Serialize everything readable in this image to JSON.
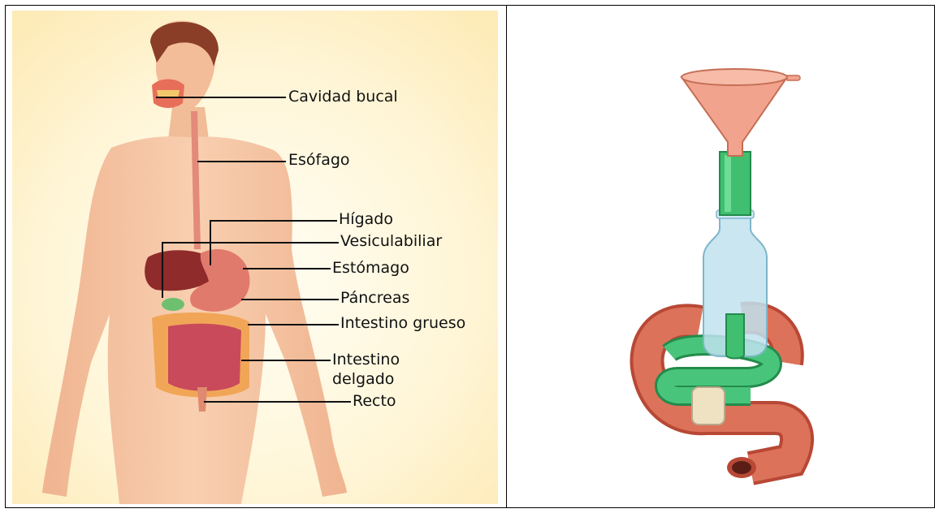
{
  "digestive_diagram": {
    "labels": {
      "mouth": "Cavidad bucal",
      "esophagus": "Esófago",
      "liver": "Hígado",
      "gallbladder": "Vesiculabiliar",
      "stomach": "Estómago",
      "pancreas": "Páncreas",
      "large_intestine": "Intestino grueso",
      "small_intestine_line1": "Intestino",
      "small_intestine_line2": "delgado",
      "rectum": "Recto"
    }
  },
  "model_diagram": {
    "colors": {
      "funnel": "#f2a38d",
      "green_tube": "#3fbf6f",
      "bottle": "#bfe2ee",
      "red_tube": "#d9694f",
      "tie": "#efe2c3"
    }
  }
}
